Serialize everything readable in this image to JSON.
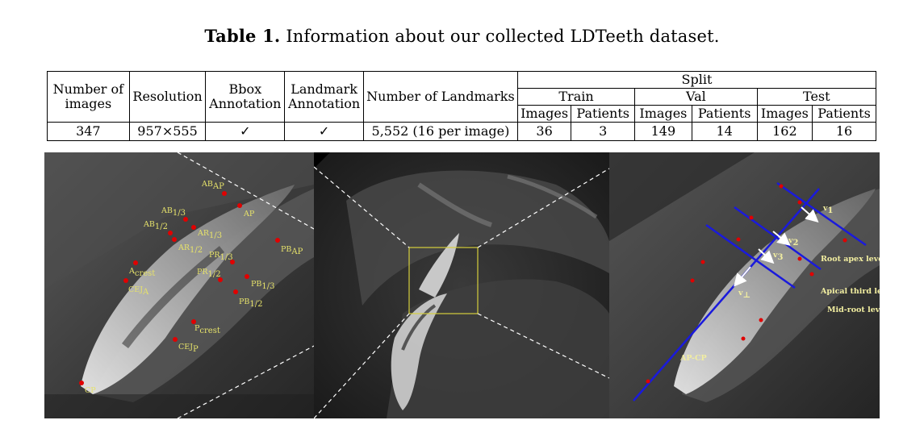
{
  "caption": {
    "prefix": "Table 1.",
    "text": "Information about our collected LDTeeth dataset."
  },
  "table": {
    "headers": {
      "num_images": "Number of images",
      "resolution": "Resolution",
      "bbox": "Bbox Annotation",
      "landmark": "Landmark Annotation",
      "num_landmarks": "Number of Landmarks",
      "split": "Split",
      "train": "Train",
      "val": "Val",
      "test": "Test",
      "images": "Images",
      "patients": "Patients"
    },
    "row": {
      "num_images": "347",
      "resolution": "957×555",
      "bbox": "✓",
      "landmark": "✓",
      "num_landmarks": "5,552 (16 per image)",
      "train_images": "36",
      "train_patients": "3",
      "val_images": "149",
      "val_patients": "14",
      "test_images": "162",
      "test_patients": "16"
    }
  },
  "figure": {
    "left_labels": {
      "ab_ap": "AB",
      "ab_ap_sub": "AP",
      "ap": "AP",
      "ab13": "AB",
      "ab13_sub": "1/3",
      "ab12": "AB",
      "ab12_sub": "1/2",
      "ar13": "AR",
      "ar13_sub": "1/3",
      "ar12": "AR",
      "ar12_sub": "1/2",
      "pb_ap": "PB",
      "pb_ap_sub": "AP",
      "pr13": "PR",
      "pr13_sub": "1/3",
      "pr12": "PR",
      "pr12_sub": "1/2",
      "a_crest": "A",
      "a_crest_sub": "crest",
      "cej_a": "CEJ",
      "cej_a_sub": "A",
      "pb13": "PB",
      "pb13_sub": "1/3",
      "pb12": "PB",
      "pb12_sub": "1/2",
      "p_crest": "P",
      "p_crest_sub": "crest",
      "cej_p": "CEJ",
      "cej_p_sub": "P",
      "cp": "CP"
    },
    "right_labels": {
      "v1": "v",
      "v1_sub": "1",
      "v2": "v",
      "v2_sub": "2",
      "v3": "v",
      "v3_sub": "3",
      "vperp": "v",
      "vperp_sub": "⊥",
      "root_apex": "Root apex level",
      "apical_third": "Apical third level",
      "mid_root": "Mid-root level",
      "ap_cp": "AP-CP"
    }
  }
}
